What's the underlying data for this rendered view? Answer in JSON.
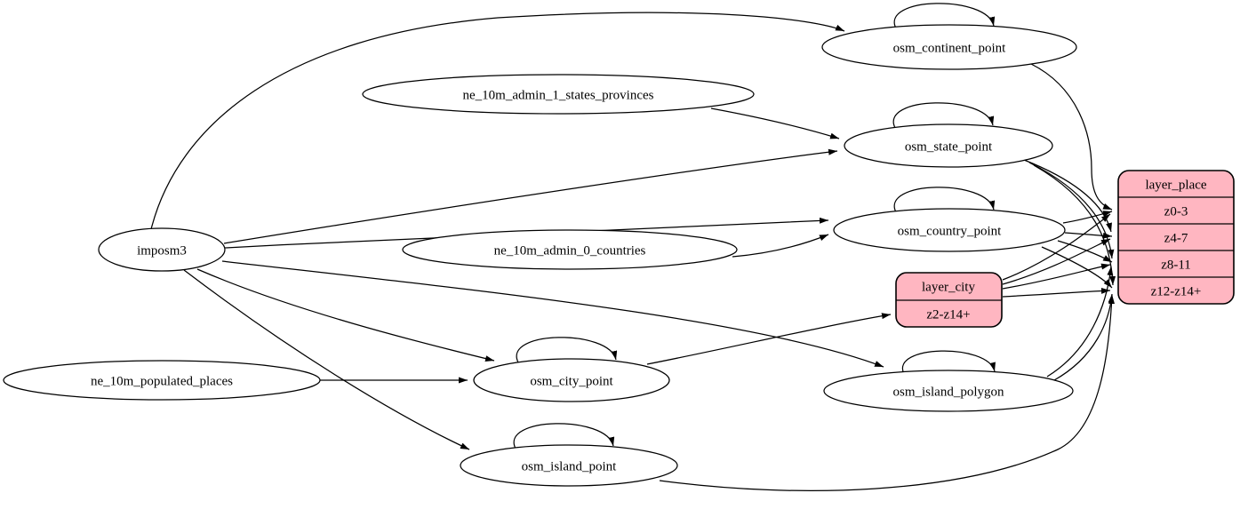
{
  "diagram": {
    "kind": "etl-graph",
    "background": "#ffffff",
    "colors": {
      "table_fill": "#ffffff",
      "layer_fill": "#ffb6c1",
      "stroke": "#000000"
    },
    "nodes": {
      "imposm3": {
        "label": "imposm3",
        "shape": "ellipse"
      },
      "ne_10m_admin_1_states_provinces": {
        "label": "ne_10m_admin_1_states_provinces",
        "shape": "ellipse"
      },
      "ne_10m_admin_0_countries": {
        "label": "ne_10m_admin_0_countries",
        "shape": "ellipse"
      },
      "ne_10m_populated_places": {
        "label": "ne_10m_populated_places",
        "shape": "ellipse"
      },
      "osm_continent_point": {
        "label": "osm_continent_point",
        "shape": "ellipse"
      },
      "osm_state_point": {
        "label": "osm_state_point",
        "shape": "ellipse"
      },
      "osm_country_point": {
        "label": "osm_country_point",
        "shape": "ellipse"
      },
      "osm_city_point": {
        "label": "osm_city_point",
        "shape": "ellipse"
      },
      "osm_island_polygon": {
        "label": "osm_island_polygon",
        "shape": "ellipse"
      },
      "osm_island_point": {
        "label": "osm_island_point",
        "shape": "ellipse"
      }
    },
    "records": {
      "layer_city": {
        "title": "layer_city",
        "rows": [
          "z2-z14+"
        ]
      },
      "layer_place": {
        "title": "layer_place",
        "rows": [
          "z0-3",
          "z4-7",
          "z8-11",
          "z12-z14+"
        ]
      }
    },
    "edges": [
      {
        "from": "imposm3",
        "to": "osm_continent_point"
      },
      {
        "from": "imposm3",
        "to": "osm_state_point"
      },
      {
        "from": "imposm3",
        "to": "osm_country_point"
      },
      {
        "from": "imposm3",
        "to": "osm_city_point"
      },
      {
        "from": "imposm3",
        "to": "osm_island_polygon"
      },
      {
        "from": "imposm3",
        "to": "osm_island_point"
      },
      {
        "from": "ne_10m_admin_1_states_provinces",
        "to": "osm_state_point"
      },
      {
        "from": "ne_10m_admin_0_countries",
        "to": "osm_country_point"
      },
      {
        "from": "ne_10m_populated_places",
        "to": "osm_city_point"
      },
      {
        "from": "osm_city_point",
        "to": "layer_city:z2-z14+"
      },
      {
        "from": "osm_continent_point",
        "to": "layer_place:z0-3"
      },
      {
        "from": "osm_country_point",
        "to": "layer_place:z0-3"
      },
      {
        "from": "osm_country_point",
        "to": "layer_place:z4-7"
      },
      {
        "from": "osm_country_point",
        "to": "layer_place:z8-11"
      },
      {
        "from": "osm_country_point",
        "to": "layer_place:z12-z14+"
      },
      {
        "from": "osm_state_point",
        "to": "layer_place:z4-7"
      },
      {
        "from": "osm_state_point",
        "to": "layer_place:z8-11"
      },
      {
        "from": "osm_state_point",
        "to": "layer_place:z12-z14+"
      },
      {
        "from": "layer_city",
        "to": "layer_place:z0-3"
      },
      {
        "from": "layer_city",
        "to": "layer_place:z4-7"
      },
      {
        "from": "layer_city",
        "to": "layer_place:z8-11"
      },
      {
        "from": "layer_city",
        "to": "layer_place:z12-z14+"
      },
      {
        "from": "osm_island_polygon",
        "to": "layer_place:z8-11"
      },
      {
        "from": "osm_island_polygon",
        "to": "layer_place:z12-z14+"
      },
      {
        "from": "osm_island_point",
        "to": "layer_place:z12-z14+"
      }
    ],
    "self_loops": [
      "osm_continent_point",
      "osm_state_point",
      "osm_country_point",
      "osm_city_point",
      "osm_island_polygon",
      "osm_island_point"
    ]
  }
}
